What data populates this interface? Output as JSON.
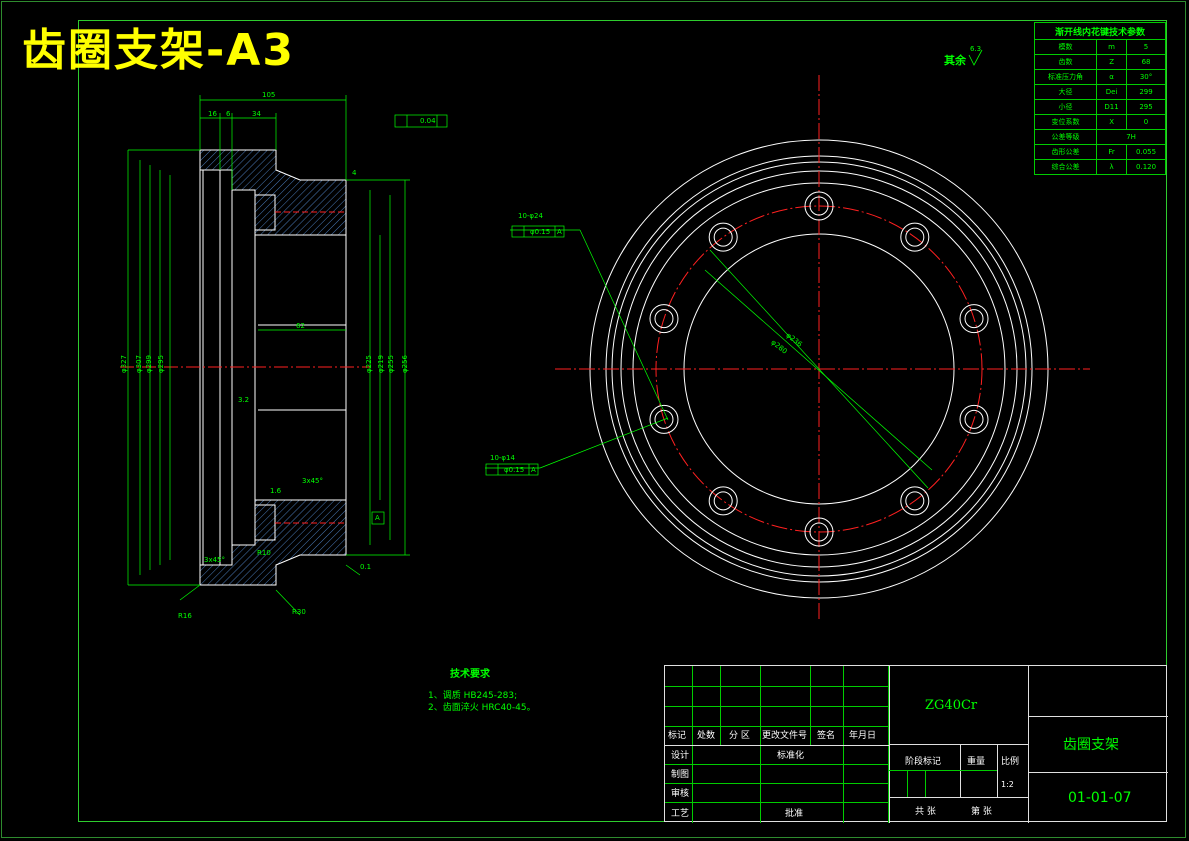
{
  "title": "齿圈支架-A3",
  "surface_note": "其余",
  "surface_value": "6.3",
  "spline_table": {
    "heading": "渐开线内花键技术参数",
    "rows": [
      {
        "name": "模数",
        "symbol": "m",
        "value": "5"
      },
      {
        "name": "齿数",
        "symbol": "Z",
        "value": "68"
      },
      {
        "name": "标准压力角",
        "symbol": "α",
        "value": "30°"
      },
      {
        "name": "大径",
        "symbol": "Dei",
        "value": "299"
      },
      {
        "name": "小径",
        "symbol": "D11",
        "value": "295"
      },
      {
        "name": "变位系数",
        "symbol": "X",
        "value": "0"
      },
      {
        "name": "公差等级",
        "symbol": "",
        "value": "7H"
      },
      {
        "name": "齿形公差",
        "symbol": "Fr",
        "value": "0.055"
      },
      {
        "name": "综合公差",
        "symbol": "λ",
        "value": "0.120"
      }
    ]
  },
  "section_view": {
    "dims": {
      "top_overall": "105",
      "d16": "16",
      "d6": "6",
      "d34": "34",
      "d62": "62",
      "d4": "4",
      "chamfer_top": "3x45°",
      "chamfer_bottom": "3x45°",
      "r10": "R10",
      "r30": "R30",
      "r16": "R16",
      "tol_flat": "0.04",
      "runout": "0.1",
      "ra": "1.6",
      "ra2": "3.2",
      "phi327": "φ327",
      "phi307": "φ307",
      "phi299": "φ299",
      "phi295": "φ295",
      "phi225": "φ225",
      "phi219": "φ219",
      "phi255": "φ255",
      "phi256": "φ256",
      "a_ref": "A"
    }
  },
  "front_view": {
    "hole_callout_top": "10-φ24",
    "hole_tol_top": "φ0.15",
    "hole_callout_bottom": "10-φ14",
    "hole_tol_bottom": "φ0.15",
    "datum": "A",
    "pcd1": "φ236",
    "pcd2": "φ280"
  },
  "requirements": {
    "title": "技术要求",
    "items": [
      "1、调质 HB245-283;",
      "2、齿面淬火 HRC40-45。"
    ]
  },
  "title_block": {
    "material": "ZG40Cr",
    "part_name": "齿圈支架",
    "drawing_no": "01-01-07",
    "scale": "1:2",
    "headers": [
      "标记",
      "处数",
      "分 区",
      "更改文件号",
      "签名",
      "年月日"
    ],
    "row_labels": [
      "设计",
      "制图",
      "审核",
      "工艺"
    ],
    "standardize": "标准化",
    "approve": "批准",
    "stage_mark": "阶段标记",
    "weight": "重量",
    "ratio": "比例",
    "total": "共  张",
    "sheet": "第  张"
  },
  "colors": {
    "background": "#000000",
    "outline": "#ffffff",
    "dimension": "#00ff00",
    "centerline": "#ff2020",
    "title": "#ffff00"
  }
}
